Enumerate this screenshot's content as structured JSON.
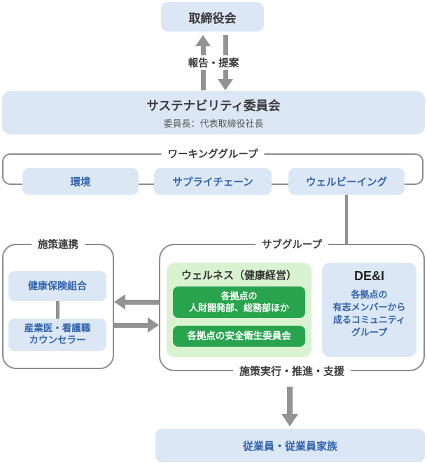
{
  "colors": {
    "box_blue": "#dbe7f4",
    "text_blue": "#3263ae",
    "text_dark": "#3a3a3a",
    "subtitle_gray": "#5a5a5a",
    "border_gray": "#8c8c8c",
    "arrow_gray": "#939393",
    "green": "#28a44e",
    "light_green": "#d9f2d1",
    "white": "#ffffff"
  },
  "board": {
    "label": "取締役会"
  },
  "report_arrows": {
    "label": "報告・提案"
  },
  "committee": {
    "title": "サステナビリティ委員会",
    "subtitle": "委員長：代表取締役社長"
  },
  "working_group": {
    "title": "ワーキンググループ",
    "items": [
      "環境",
      "サプライチェーン",
      "ウェルビーイング"
    ]
  },
  "policy_cooperation": {
    "title": "施策連携",
    "items": [
      "健康保険組合",
      "産業医・看護職\nカウンセラー"
    ]
  },
  "subgroup": {
    "title": "サブグループ",
    "bottom_label": "施策実行・推進・支援",
    "wellness": {
      "title": "ウェルネス（健康経営）",
      "items": [
        "各拠点の\n人財開発部、総務部ほか",
        "各拠点の安全衛生委員会"
      ]
    },
    "dei": {
      "title": "DE&I",
      "body": "各拠点の\n有志メンバーから\n成るコミュニティ\nグループ"
    }
  },
  "employees": {
    "label": "従業員・従業員家族"
  }
}
